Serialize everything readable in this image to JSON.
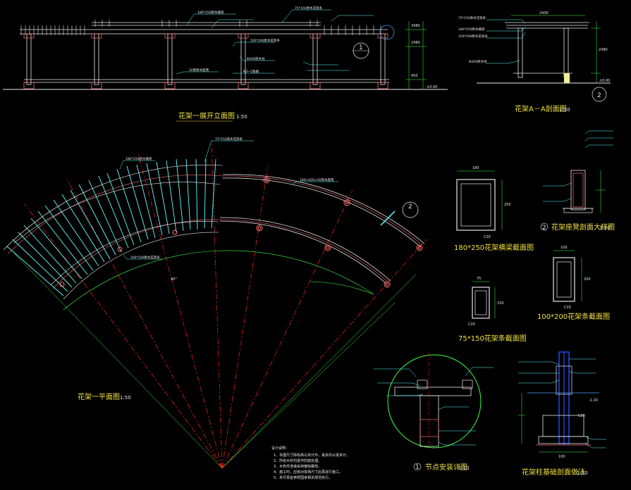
{
  "views": {
    "elevation": {
      "title": "花架一展开立面图",
      "scale": "1:50"
    },
    "section_aa": {
      "title": "花架A－A剖面图",
      "scale": "1:50"
    },
    "plan": {
      "title": "花架一平面图",
      "scale": "1:50"
    },
    "beam_180x250": {
      "title": "180*250花架横梁截面图"
    },
    "beam_75x150": {
      "title": "75*150花架条截面图"
    },
    "beam_100x200": {
      "title": "100*200花架条截面图"
    },
    "column_base": {
      "title": "花架座凳剖面大样图",
      "scale": "1:20",
      "mark": "2"
    },
    "node_detail": {
      "title": "节点安装详图",
      "scale": "1:10",
      "mark": "1"
    },
    "foundation": {
      "title": "花架柱基础剖面做法",
      "scale": "1:30"
    }
  },
  "section_marks": {
    "elev_mark": "1",
    "section_mark": "2",
    "plan_mark": "2"
  },
  "annotations": {
    "elev_top_a": "180*250原木横梁",
    "elev_top_b": "75*150原木花架条",
    "elev_mid": "100*200原木花架条",
    "elev_low_a": "Φ200原木柱",
    "elev_low_b": "50厚原木座凳",
    "elev_low_c": "Φ3~5角钢",
    "sec_a": "75*150原木花架条",
    "sec_b": "180*250原木横梁",
    "sec_c": "100*200原木花架条",
    "sec_d": "Φ200原木柱",
    "plan_a": "75*150原木花架条",
    "plan_b": "180*250原木横梁",
    "plan_c": "100*200原木花架条",
    "plan_d": "180×400×50原木座凳"
  },
  "dims": {
    "e1": "3480",
    "e2": "2480",
    "e3": "450",
    "e4": "±0.00",
    "s1": "2400",
    "s2": "2480",
    "s3": "±0.00",
    "p1": "90°",
    "b1": "180",
    "b2": "250",
    "b3": "C20",
    "c1": "100",
    "c2": "200",
    "c3": "C20",
    "d1": "75",
    "d2": "150",
    "d3": "C20",
    "f1": "-1.20",
    "f2": "C20",
    "f3": "100"
  },
  "notes": {
    "heading": "设计说明：",
    "lines": [
      "1、本图尺寸除标高以米计外，其余均以毫米计。",
      "2、所有木材均需作防腐处理。",
      "3、木构件连接采用镀锌螺栓。",
      "4、施工时，应核对现场尺寸后再进行施工。",
      "5、未尽事宜参照国家相关规范执行。"
    ]
  },
  "colors": {
    "background": "#000000",
    "structure": "#e8e8e8",
    "beams": "#ff7070",
    "rafters": "#60ffff",
    "dimensions": "#40ff40",
    "axes": "#ff2020",
    "leader": "#4da6ff",
    "titles": "#f0e040",
    "columns": "#2050ff"
  }
}
